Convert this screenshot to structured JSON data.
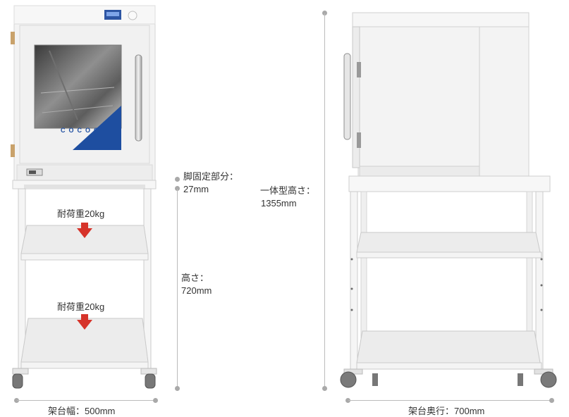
{
  "brand": {
    "logo_text": "COCOCHI"
  },
  "front_view": {
    "load_label_top": "耐荷重20kg",
    "load_label_bottom": "耐荷重20kg",
    "dim_leg_line1": "脚固定部分：",
    "dim_leg_line2": "27mm",
    "dim_height_line1": "高さ：",
    "dim_height_line2": "720mm",
    "dim_width": "架台幅：500mm"
  },
  "side_view": {
    "dim_total_line1": "一体型高さ：",
    "dim_total_line2": "1355mm",
    "dim_depth": "架台奥行：700mm"
  },
  "colors": {
    "arrow": "#d6332a",
    "brand_blue": "#1e4ea0",
    "frame": "#f4f4f4",
    "shelf": "#ececec",
    "dimension_line": "#bbbbbb"
  }
}
